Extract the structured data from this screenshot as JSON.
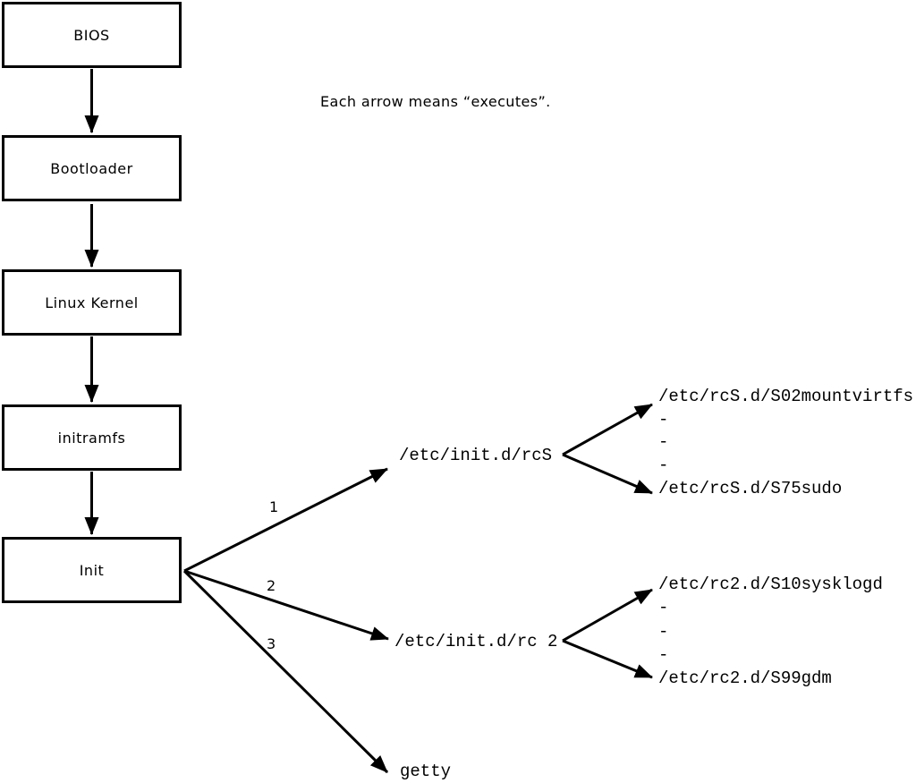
{
  "note": "Each arrow means “executes”.",
  "boot_chain": [
    {
      "label": "BIOS"
    },
    {
      "label": "Bootloader"
    },
    {
      "label": "Linux Kernel"
    },
    {
      "label": "initramfs"
    },
    {
      "label": "Init"
    }
  ],
  "init_branches": [
    {
      "number": "1",
      "target": "/etc/init.d/rcS",
      "children": [
        "/etc/rcS.d/S02mountvirtfs",
        "-",
        "-",
        "-",
        "/etc/rcS.d/S75sudo"
      ]
    },
    {
      "number": "2",
      "target": "/etc/init.d/rc 2",
      "children": [
        "/etc/rc2.d/S10sysklogd",
        "-",
        "-",
        "-",
        "/etc/rc2.d/S99gdm"
      ]
    },
    {
      "number": "3",
      "target": "getty",
      "children": []
    }
  ],
  "colors": {
    "line": "#000000",
    "background": "#ffffff",
    "box_fill": "#ffffff"
  }
}
